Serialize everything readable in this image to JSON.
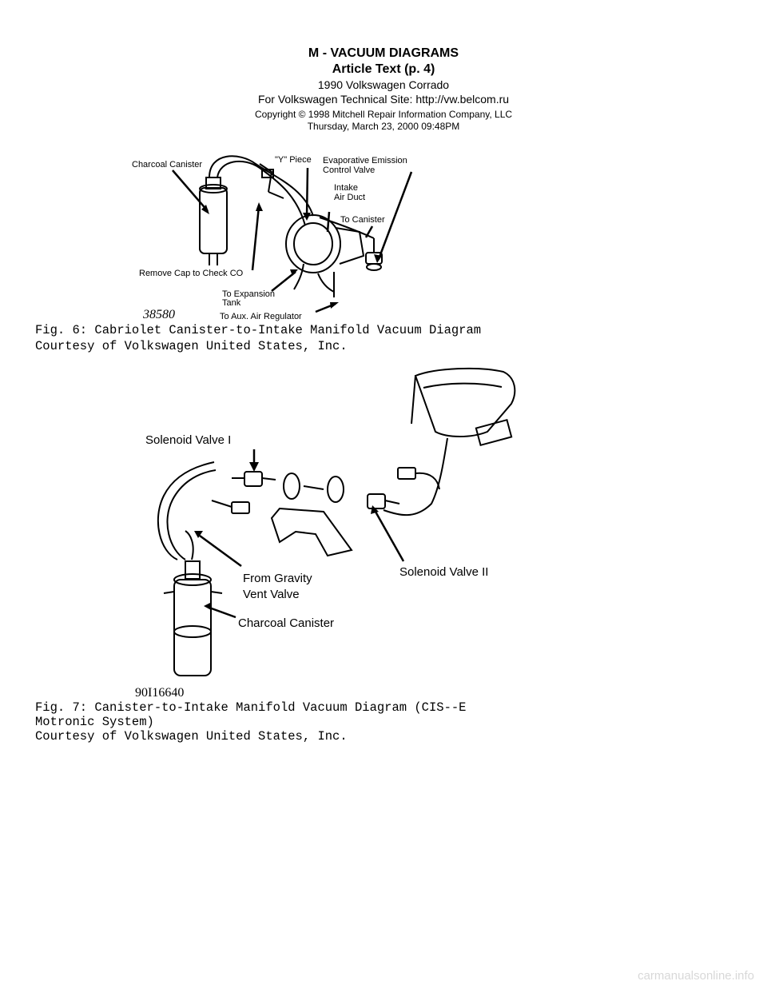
{
  "header": {
    "section": "M - VACUUM DIAGRAMS",
    "article": "Article Text (p. 4)",
    "vehicle": "1990 Volkswagen Corrado",
    "site": "For Volkswagen Technical Site:  http://vw.belcom.ru",
    "copyright": "Copyright © 1998 Mitchell Repair Information Company, LLC",
    "date": "Thursday, March 23, 2000  09:48PM"
  },
  "figure6": {
    "labels": {
      "charcoal_canister": "Charcoal Canister",
      "y_piece": "\"Y\" Piece",
      "evap_line1": "Evaporative Emission",
      "evap_line2": "Control Valve",
      "intake_line1": "Intake",
      "intake_line2": "Air Duct",
      "to_canister": "To Canister",
      "remove_cap": "Remove Cap to Check CO",
      "to_expansion_line1": "To Expansion",
      "to_expansion_line2": "Tank",
      "to_aux": "To Aux. Air Regulator"
    },
    "figure_number": "38580",
    "caption_line1": "Fig. 6:  Cabriolet Canister-to-Intake Manifold Vacuum Diagram",
    "caption_line2": "Courtesy of Volkswagen United States, Inc."
  },
  "figure7": {
    "labels": {
      "solenoid1": "Solenoid Valve I",
      "solenoid2": "Solenoid Valve II",
      "gravity_line1": "From Gravity",
      "gravity_line2": "Vent Valve",
      "charcoal_canister": "Charcoal Canister"
    },
    "figure_number": "90I16640",
    "caption_line1": "Fig. 7:  Canister-to-Intake Manifold Vacuum Diagram (CIS--E",
    "caption_line2": "Motronic System)",
    "caption_line3": "Courtesy of Volkswagen United States, Inc."
  },
  "watermark": "carmanualsonline.info"
}
